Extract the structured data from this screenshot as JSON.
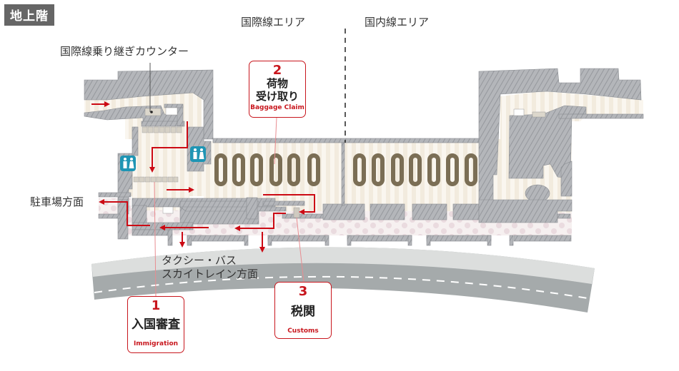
{
  "floor": {
    "label": "地上階"
  },
  "areas": {
    "international": "国際線エリア",
    "domestic": "国内線エリア"
  },
  "labels": {
    "transfer_counter": "国際線乗り継ぎカウンター",
    "parking": "駐車場方面",
    "taxi_bus_line1": "タクシー・バス",
    "taxi_bus_line2": "スカイトレイン方面"
  },
  "callouts": [
    {
      "number": "1",
      "jp": "入国審査",
      "en": "Immigration"
    },
    {
      "number": "2",
      "jp_line1": "荷物",
      "jp_line2": "受け取り",
      "en": "Baggage Claim"
    },
    {
      "number": "3",
      "jp": "税関",
      "en": "Customs"
    }
  ],
  "icons": {
    "restroom_left": "restroom-icon",
    "restroom_right": "restroom-icon"
  },
  "carousels": {
    "international_count": 6,
    "domestic_count": 7
  },
  "colors": {
    "wall": "#a8aaae",
    "floor_stripe_a": "#f3ece0",
    "floor_stripe_b": "#faf6ef",
    "arrival_path": "#f4eced",
    "arrow_red": "#cc0a14",
    "callout_red": "#c8161d",
    "road_light": "#dcdedd",
    "road_dark": "#a5aaab",
    "restroom_blue": "#1f95b4",
    "carousel": "#7b6e55"
  }
}
